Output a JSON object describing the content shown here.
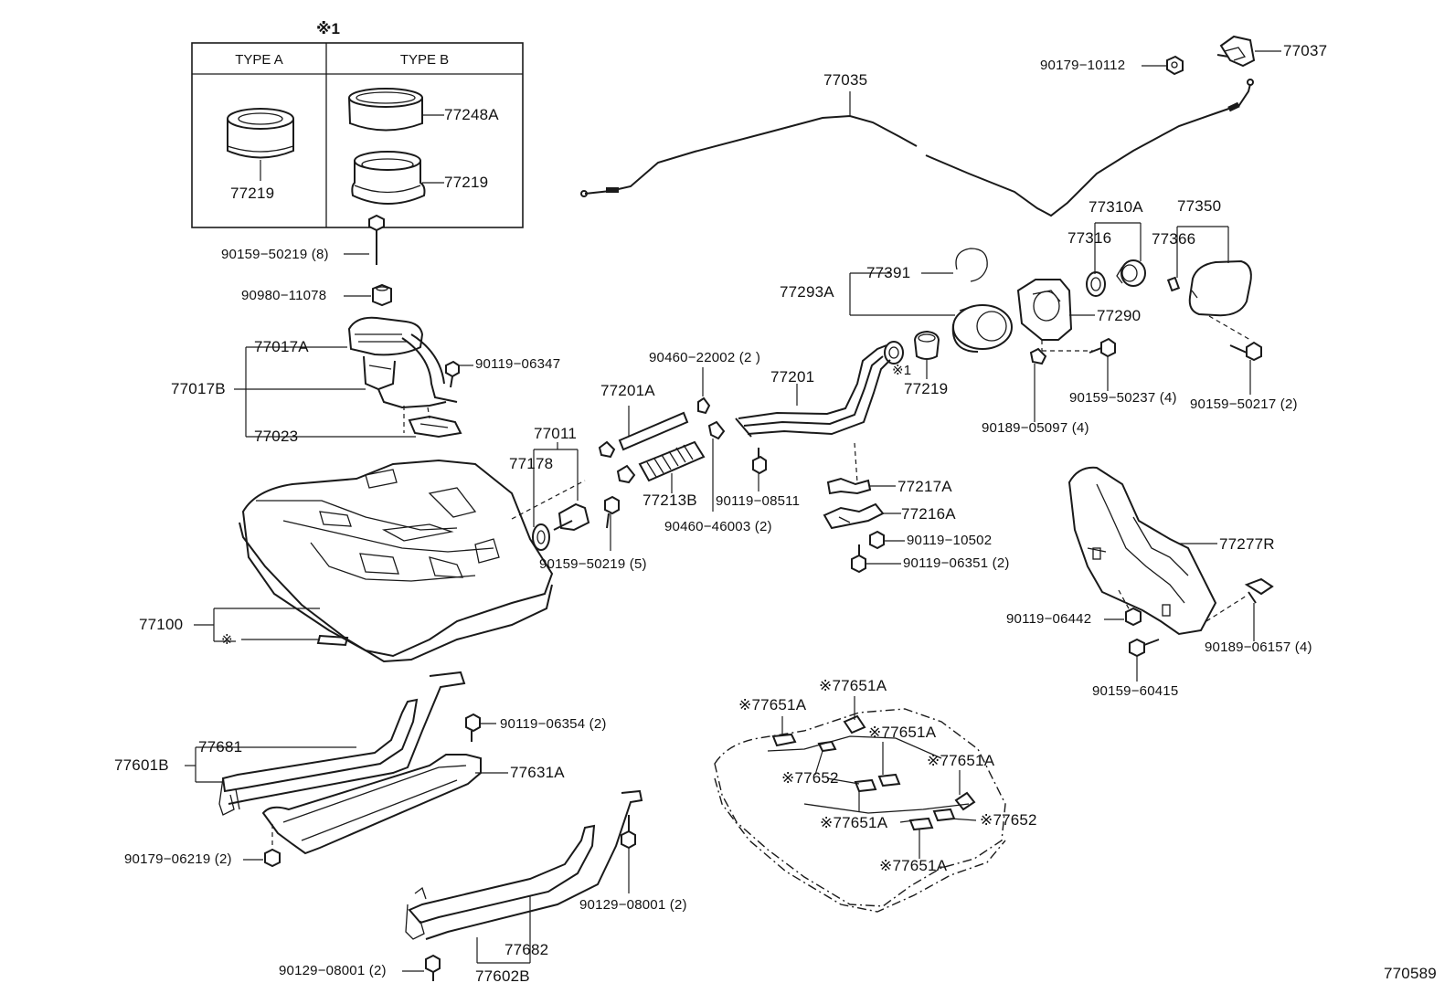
{
  "inset": {
    "title": "※1",
    "type_a": "TYPE A",
    "type_b": "TYPE B",
    "part_a": "77219",
    "part_b1": "77248A",
    "part_b2": "77219"
  },
  "labels": {
    "l77035": "77035",
    "l90179_10112": "90179−10112",
    "l77037": "77037",
    "l77310A": "77310A",
    "l77350": "77350",
    "l77316": "77316",
    "l77366": "77366",
    "l77391": "77391",
    "l77293A": "77293A",
    "l77290": "77290",
    "l90159_50219_8": "90159−50219 (8)",
    "l90980_11078": "90980−11078",
    "l77017A": "77017A",
    "l90119_06347": "90119−06347",
    "l77017B": "77017B",
    "l77023": "77023",
    "l90460_22002": "90460−22002 (2 )",
    "l77201A": "77201A",
    "l77201": "77201",
    "l77011": "77011",
    "l77178": "77178",
    "l77213B": "77213B",
    "l90119_08511": "90119−08511",
    "l90460_46003": "90460−46003 (2)",
    "l77219b": "77219",
    "l77217A": "77217A",
    "l77216A": "77216A",
    "l90119_10502": "90119−10502",
    "l90119_06351": "90119−06351 (2)",
    "l90159_50237": "90159−50237 (4)",
    "l90189_05097": "90189−05097 (4)",
    "l90159_50217": "90159−50217 (2)",
    "l90159_50219_5": "90159−50219 (5)",
    "l77100": "77100",
    "l77277R": "77277R",
    "l90119_06442": "90119−06442",
    "l90189_06157": "90189−06157 (4)",
    "l90159_60415": "90159−60415",
    "l90119_06354": "90119−06354 (2)",
    "l77681": "77681",
    "l77601B": "77601B",
    "l77631A": "77631A",
    "l90179_06219": "90179−06219 (2)",
    "l90129_08001a": "90129−08001 (2)",
    "l77682": "77682",
    "l90129_08001b": "90129−08001 (2)",
    "l77602B": "77602B",
    "s77651A_1": "※77651A",
    "s77651A_2": "※77651A",
    "s77651A_3": "※77651A",
    "s77651A_4": "※77651A",
    "s77651A_5": "※77651A",
    "s77651A_6": "※77651A",
    "s77652_1": "※77652",
    "s77652_2": "※77652",
    "star1": "※1",
    "star_sym": "※",
    "drawing_no": "770589"
  }
}
